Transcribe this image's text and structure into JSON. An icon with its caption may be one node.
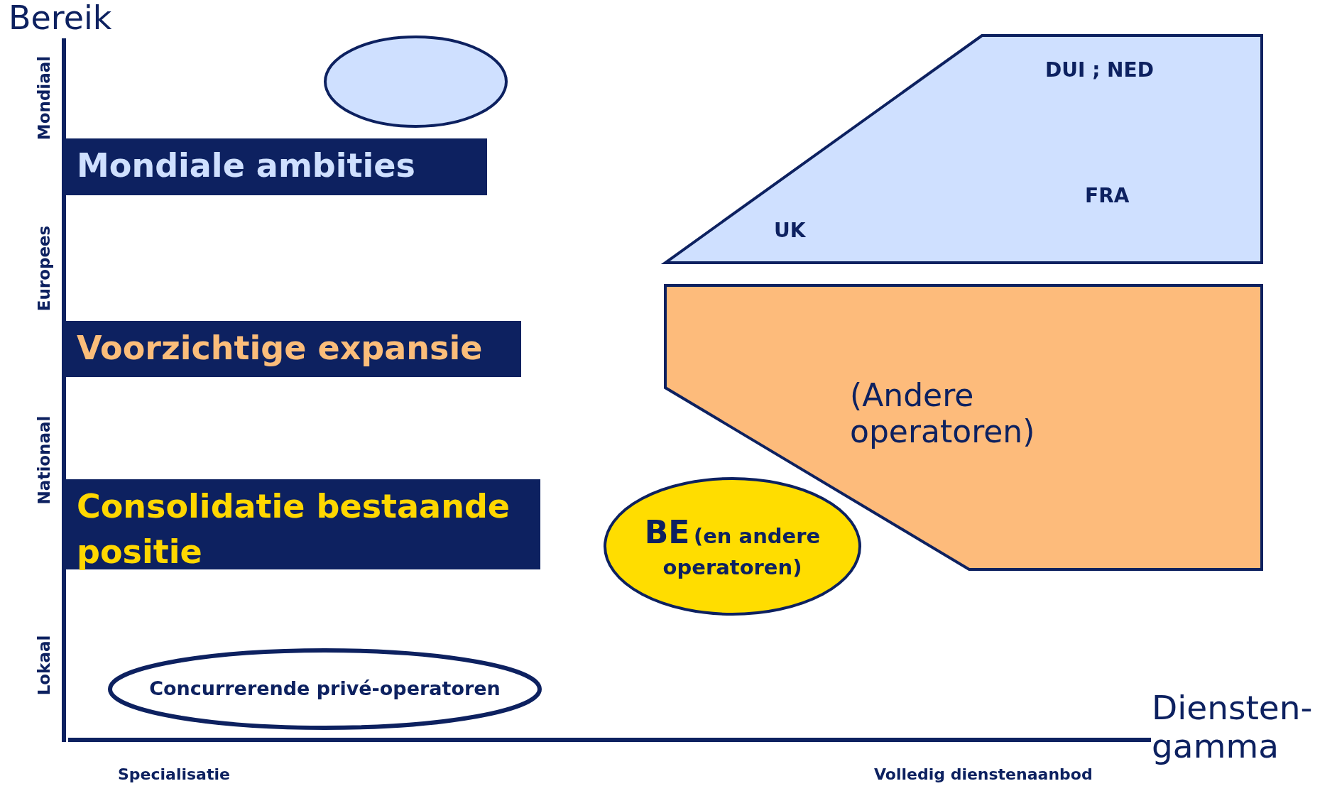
{
  "diagram": {
    "nodes": [
      {
        "text": [],
        "shape": "ellipse"
      },
      {
        "text": [
          "DUI ; NED",
          "FRA",
          "UK"
        ]
      },
      {
        "text": [
          "Mondiale ambities"
        ]
      },
      {
        "text": [
          "Voorzichtige expansie"
        ]
      },
      {
        "text": [
          "(Andere operatoren)"
        ]
      },
      {
        "text": [
          "Consolidatie bestaande positie"
        ]
      },
      {
        "text": [
          "BE",
          "(en andere operatoren)"
        ]
      },
      {
        "text": [
          "Concurrerende privé-operatoren"
        ]
      }
    ],
    "edges": [],
    "labels": [
      "Bereik",
      "Mondiaal",
      "Europees",
      "Nationaal",
      "Lokaal",
      "Diensten- gamma",
      "Specialisatie",
      "Volledig dienstenaanbod"
    ]
  }
}
